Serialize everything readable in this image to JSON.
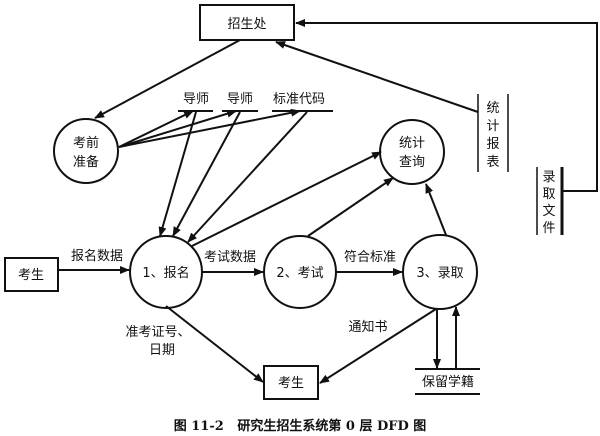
{
  "entities": {
    "admissions_office": "招生处",
    "candidate_source": "考生",
    "candidate_sink": "考生"
  },
  "processes": {
    "pre_exam_prep": [
      "考前",
      "准备"
    ],
    "register": "1、报名",
    "exam": "2、考试",
    "admit": "3、录取",
    "stats_query": [
      "统计",
      "查询"
    ]
  },
  "stores": {
    "advisor_1": "导师",
    "advisor_2": "导师",
    "standard_code": "标准代码",
    "stats_report": [
      "统",
      "计",
      "报",
      "表"
    ],
    "admission_files": [
      "录",
      "取",
      "文",
      "件"
    ],
    "retained_enrollment": "保留学籍"
  },
  "flows": {
    "registration_data": "报名数据",
    "exam_data": "考试数据",
    "meets_standard": "符合标准",
    "admission_ticket": [
      "准考证号、",
      "日期"
    ],
    "notice": "通知书"
  },
  "caption": "图 11-2   研究生招生系统第 0 层 DFD 图"
}
